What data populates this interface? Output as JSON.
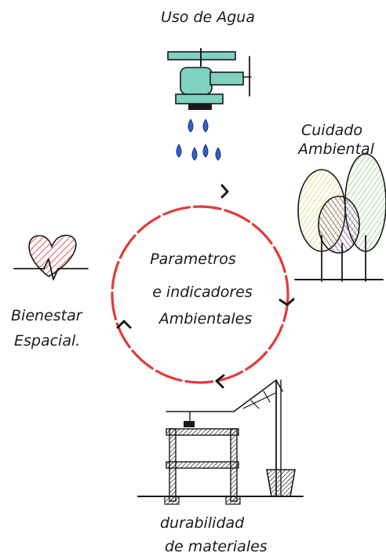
{
  "center": {
    "line1": "Parametros",
    "line2": "e indicadores",
    "line3": "Ambientales"
  },
  "nodes": {
    "water": {
      "label": "Uso de Agua",
      "icon": "faucet-icon"
    },
    "environment": {
      "label1": "Cuidado",
      "label2": "Ambiental",
      "icon": "trees-icon"
    },
    "wellbeing": {
      "label1": "Bienestar",
      "label2": "Espacial.",
      "icon": "heart-icon"
    },
    "materials": {
      "label1": "durabilidad",
      "label2": "de materiales",
      "icon": "building-crane-icon"
    }
  },
  "colors": {
    "cycle": "#e23a3a",
    "faucet": "#7fd1c2",
    "water_drop": "#2f5fcf",
    "heart": "#e2555a",
    "tree_green": "#9bd38a",
    "tree_yellow": "#d8e07a",
    "tree_purple": "#7a4f7f",
    "ink": "#1a1a1a"
  }
}
